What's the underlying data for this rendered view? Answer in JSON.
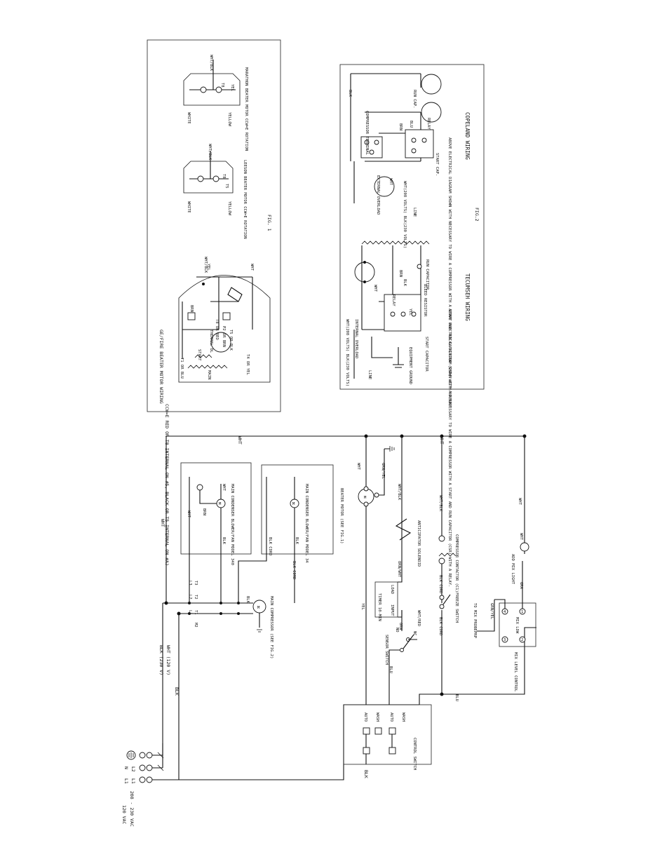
{
  "supply": {
    "v120": "120 VAC",
    "v208": "208 - 230 VAC",
    "l1": "L1",
    "l2": "L2",
    "n": "N",
    "l1b": "L1",
    "blk_230_120": "BLK (230 V)",
    "wht_120": "WHT (120 V)",
    "blk": "BLK",
    "blk2": "BLK"
  },
  "control_switch": {
    "title": "CONTROL SWITCH",
    "auto": "AUTO",
    "wash": "WASH",
    "auto2": "AUTO",
    "wash2": "WASH"
  },
  "main_circuit": {
    "wht_top": "WHT",
    "wht_top2": "WHT",
    "wht_left": "WHT",
    "yel": "YEL",
    "blu": "BLU",
    "blu2": "BLU",
    "grn_yel": "GRN/YEL",
    "beater_motor": "BEATER MOTOR (SEE FIG.1)",
    "wht_blk_1": "WHT/BLK",
    "wht_blk_2": "WHT/BLK",
    "anticipator": "ANTICIPATOR SOLENOID",
    "compressor_contactor": "COMPRESSOR CONTACTOR (C1)",
    "org_wht": "ORN/WHT",
    "timer": "TIMER 10-MIN",
    "timer_input": "INPUT",
    "timer_load": "LOAD",
    "blk_cord": "BLK CORD",
    "blk_cord2": "BLK CORD",
    "freeze_switch": "FREEZE SWITCH",
    "sensor_switch": "SENSOR SWITCH",
    "no": "NO",
    "nc": "NC",
    "orn": "ORN",
    "wht_red": "WHT/RED",
    "mix_level": "MIX LEVEL CONTROL",
    "mix_low": "MIX LOW",
    "add_mix": "ADD MIX LIGHT",
    "mix_probe": "TO MIX PROBE",
    "grn_yel2": "GRN/YEL",
    "gra": "GRA",
    "wht3": "WHT",
    "prp": "PRP",
    "main_compressor": "MAIN COMPRESSOR (SEE FIG.2)",
    "blk3": "BLK",
    "wht4": "WHT",
    "main_condenser_340": "MAIN CONDENSER BLOWER/FAN MODEL 340",
    "main_condenser_34": "MAIN CONDENSER BLOWER/FAN MODEL 34",
    "brn": "BRN",
    "wht5": "WHT",
    "blk_cord3": "BLK CORD",
    "blk4": "BLK",
    "l1_t1": "L1",
    "l2_t2": "L2",
    "l3_t3": "L3",
    "t1": "T1",
    "t2": "T2",
    "t3": "T3",
    "m2": "M2"
  },
  "fig1": {
    "header": "GE/FIRE BEATER MOTOR WIRING",
    "subheader": "CCW=E RED OR T8 INTERNAL ON #5, BLACK OR T5 INTERNAL ON #A)",
    "start": "START",
    "main": "MAIN",
    "thermal": "THERMAL OL",
    "wht_blk": "WHT/BLK",
    "yel": "YEL",
    "wht": "WHT",
    "t1_blu": "T1 OR BLU",
    "t4_yel": "T4 OR YEL",
    "t5_blk": "T5 OR BLK",
    "t8_red": "T8 OR RED",
    "p2_brn": "P2 OR BRN",
    "brn": "BRN",
    "label": "FIG. 1",
    "leeson": "LEESON BEATER MOTOR CCW=E ROTATION",
    "marathon": "MARATHON BEATER MOTOR CCW=E ROTATION",
    "white1": "WHITE",
    "yellow1": "YELLOW",
    "wht_blk2": "WHT/BLK",
    "white2": "WHITE",
    "yellow2": "YELLOW",
    "wht_blk3": "WHT/BLK",
    "t5": "T5",
    "t8": "T8",
    "yel2": "YEL",
    "t8b": "T8"
  },
  "fig2": {
    "label": "FIG.2",
    "tecumseh": "TECUMSEH WIRING",
    "copeland": "COPELAND WIRING",
    "internal_overload": "INTERNAL OVERLOAD",
    "relay": "RELAY",
    "run_capacitor": "RUN CAPACITOR",
    "bleed_resistor": "BLEED RESISTOR",
    "start_capacitor": "START CAPACITOR",
    "equipment_ground": "EQUIPMENT GROUND",
    "line": "LINE",
    "wht_200": "WHT(208 VOLTS) BLK(230 VOLTS)",
    "note1": "ABOVE ELECTRICAL DIAGRAM SHOWN WITH NO NECESSARY TO WIRE A COMPRESSOR WITH A START AND RUN CAPACITOR (CSR) WITH A RELAY.",
    "note2": "ABOVE ELECTRICAL DIAGRAM SHOWN WITH NECESSARY TO WIRE A COMPRESSOR WITH A START AND RUN CAPACITOR (CSR) WITH A RELAY.",
    "compressor_terminal": "COMPRESSOR TERMINAL",
    "external_overload": "EXTERNAL OVERLOAD",
    "run_cap": "RUN CAP.",
    "start_cap": "START CAP.",
    "blk": "BLK",
    "blu": "BLU",
    "brn": "BRN",
    "yel": "YEL",
    "wht": "WHT"
  }
}
